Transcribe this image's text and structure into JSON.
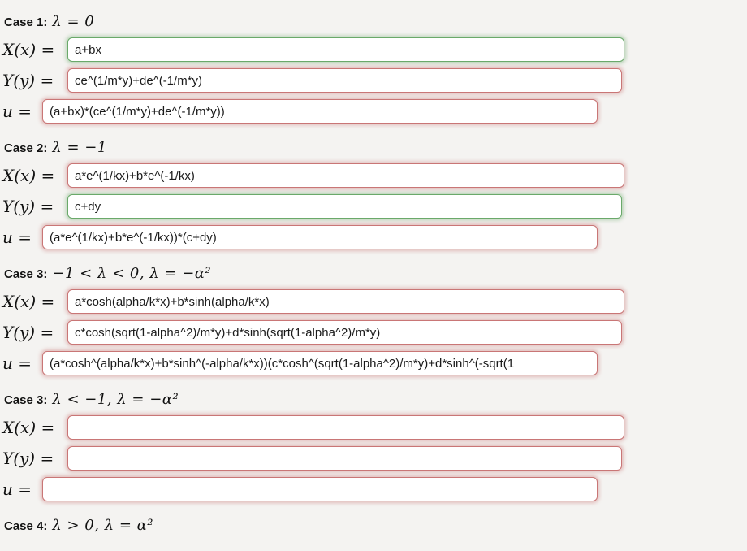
{
  "colors": {
    "page_bg": "#f4f3f1",
    "correct_border": "#6aa96a",
    "incorrect_border": "#c97676",
    "input_bg": "#ffffff"
  },
  "groups": [
    {
      "header": {
        "case_label": "Case 1:",
        "condition": "λ = 0"
      },
      "fields": [
        {
          "label": "X(x) =",
          "value": "a+bx",
          "status": "correct"
        },
        {
          "label": "Y(y) =",
          "value": "ce^(1/m*y)+de^(-1/m*y)",
          "status": "incorrect"
        },
        {
          "label": "u =",
          "value": "(a+bx)*(ce^(1/m*y)+de^(-1/m*y))",
          "status": "incorrect"
        }
      ]
    },
    {
      "header": {
        "case_label": "Case 2:",
        "condition": "λ = −1"
      },
      "fields": [
        {
          "label": "X(x) =",
          "value": "a*e^(1/kx)+b*e^(-1/kx)",
          "status": "incorrect"
        },
        {
          "label": "Y(y) =",
          "value": "c+dy",
          "status": "correct"
        },
        {
          "label": "u =",
          "value": "(a*e^(1/kx)+b*e^(-1/kx))*(c+dy)",
          "status": "incorrect"
        }
      ]
    },
    {
      "header": {
        "case_label": "Case 3:",
        "condition": "−1 < λ < 0, λ = −α²"
      },
      "fields": [
        {
          "label": "X(x) =",
          "value": "a*cosh(alpha/k*x)+b*sinh(alpha/k*x)",
          "status": "incorrect"
        },
        {
          "label": "Y(y) =",
          "value": "c*cosh(sqrt(1-alpha^2)/m*y)+d*sinh(sqrt(1-alpha^2)/m*y)",
          "status": "incorrect"
        },
        {
          "label": "u =",
          "value": "(a*cosh^(alpha/k*x)+b*sinh^(-alpha/k*x))(c*cosh^(sqrt(1-alpha^2)/m*y)+d*sinh^(-sqrt(1",
          "status": "incorrect"
        }
      ]
    },
    {
      "header": {
        "case_label": "Case 3:",
        "condition": "λ < −1, λ = −α²"
      },
      "fields": [
        {
          "label": "X(x) =",
          "value": "",
          "status": "incorrect"
        },
        {
          "label": "Y(y) =",
          "value": "",
          "status": "incorrect"
        },
        {
          "label": "u =",
          "value": "",
          "status": "incorrect"
        }
      ]
    }
  ],
  "partial_next_header": {
    "case_label": "Case 4:",
    "condition": "λ > 0, λ = α²"
  }
}
